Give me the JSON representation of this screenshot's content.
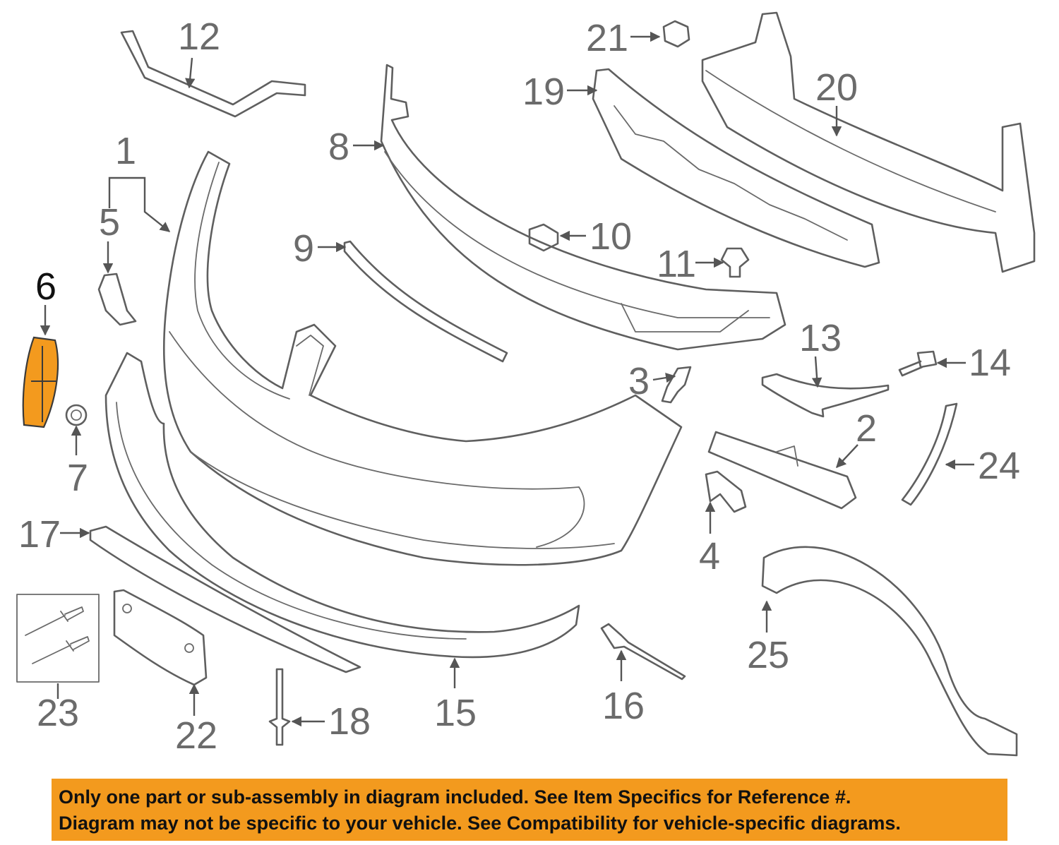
{
  "diagram": {
    "callouts": [
      "1",
      "2",
      "3",
      "4",
      "5",
      "6",
      "7",
      "8",
      "9",
      "10",
      "11",
      "12",
      "13",
      "14",
      "15",
      "16",
      "17",
      "18",
      "19",
      "20",
      "21",
      "22",
      "23",
      "24",
      "25"
    ],
    "selected_callout": "6",
    "colors": {
      "line": "#5f5f5f",
      "highlight": "#f39a1e",
      "selected_text": "#111111",
      "callout_text": "#6b6b6b"
    }
  },
  "notice": {
    "line1": "Only one part or sub-assembly in diagram included. See Item Specifics for Reference #.",
    "line2": "Diagram may not be specific to your vehicle. See Compatibility for vehicle-specific diagrams.",
    "background": "#f39a1e"
  }
}
